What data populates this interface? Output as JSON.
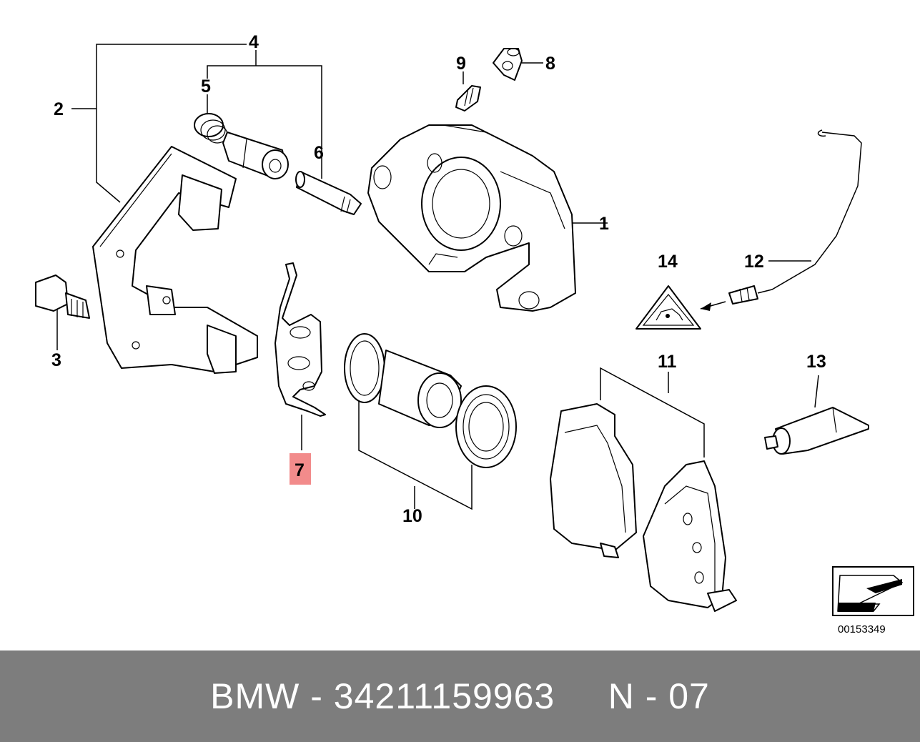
{
  "diagram": {
    "labels": [
      "1",
      "2",
      "3",
      "4",
      "5",
      "6",
      "7",
      "8",
      "9",
      "10",
      "11",
      "12",
      "13",
      "14"
    ],
    "highlight_label": "7",
    "highlight_color": "#f28b8b",
    "ref_number": "00153349"
  },
  "footer": {
    "brand": "BMW",
    "separator": " - ",
    "part_number": "34211159963",
    "position": "N - 07",
    "gap": "     "
  }
}
